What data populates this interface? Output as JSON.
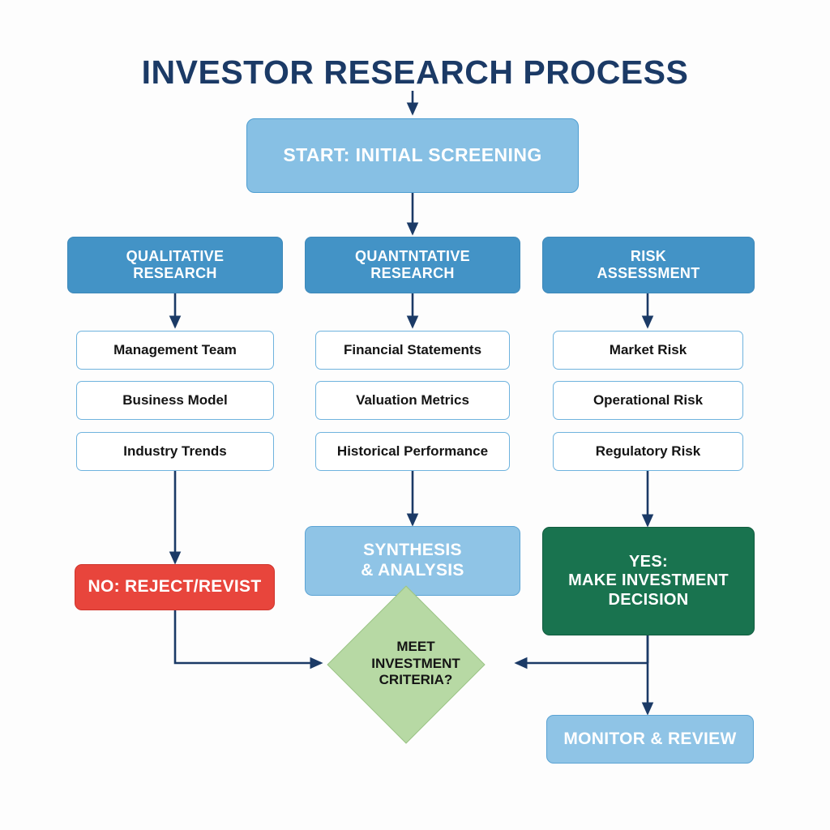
{
  "diagram": {
    "title": "INVESTOR RESEARCH PROCESS",
    "background_color": "#fdfdfd",
    "colors": {
      "title": "#1b3a66",
      "connector": "#1b3a66",
      "start_fill": "#87c0e4",
      "header_fill": "#4393c6",
      "item_fill": "#ffffff",
      "item_border": "#6fb3de",
      "synthesis_fill": "#8fc4e6",
      "reject_fill": "#e8453c",
      "decision_fill": "#19734f",
      "diamond_fill": "#b7d9a4",
      "monitor_fill": "#8fc4e6"
    }
  },
  "start": {
    "label": "START: INITIAL SCREENING"
  },
  "columns": [
    {
      "header": "QUALITATIVE\nRESEARCH",
      "header_line1": "QUALITATIVE",
      "header_line2": "RESEARCH",
      "items": [
        "Management Team",
        "Business Model",
        "Industry Trends"
      ]
    },
    {
      "header": "QUANTNTATIVE\nRESEARCH",
      "header_line1": "QUANTNTATIVE",
      "header_line2": "RESEARCH",
      "items": [
        "Financial Statements",
        "Valuation Metrics",
        "Historical Performance"
      ]
    },
    {
      "header": "RISK\nASSESSMENT",
      "header_line1": "RISK",
      "header_line2": "ASSESSMENT",
      "items": [
        "Market Risk",
        "Operational Risk",
        "Regulatory Risk"
      ]
    }
  ],
  "outcomes": {
    "reject": "NO: REJECT/REVIST",
    "synthesis": "SYNTHESIS\n& ANALYSIS",
    "decision": "YES:\nMAKE INVESTMENT\nDECISION",
    "monitor": "MONITOR & REVIEW"
  },
  "decision_node": {
    "label": "MEET\nINVESTMENT\nCRITERIA?"
  }
}
